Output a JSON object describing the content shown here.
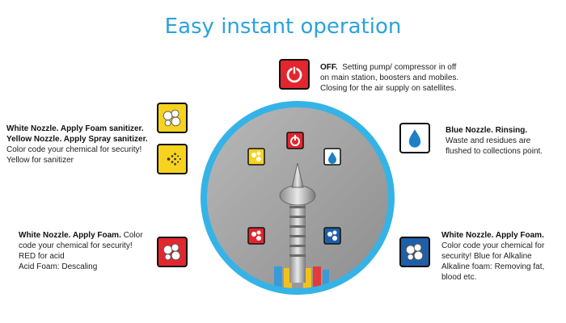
{
  "title": "Easy instant operation",
  "off": {
    "head": "OFF.",
    "lines": [
      "Setting pump/ compressor in off",
      "on main station, boosters and mobiles.",
      "Closing for the air supply on satellites."
    ]
  },
  "foam_spray": {
    "line1_bold": "White Nozzle.   Apply Foam sanitizer.",
    "line2_bold": "Yellow Nozzle.  Apply Spray sanitizer.",
    "line3": "Color code your chemical for security!",
    "line4": "Yellow for sanitizer"
  },
  "rinse": {
    "head": "Blue Nozzle.  Rinsing.",
    "lines": [
      "Waste and residues are",
      "flushed to collections point."
    ]
  },
  "acid": {
    "head": "White Nozzle. Apply Foam.",
    "head_rest": " Color",
    "lines": [
      "code your chemical for security!",
      "RED for acid",
      "Acid Foam: Descaling"
    ]
  },
  "alkaline": {
    "head": "White Nozzle. Apply Foam.",
    "lines": [
      "Color code your chemical for",
      "security! Blue for Alkaline",
      "Alkaline foam: Removing fat,",
      "blood etc."
    ]
  },
  "colors": {
    "title_blue": "#2aa3dc",
    "red": "#e3262e",
    "yellow": "#f7d21e",
    "blue": "#1f5fa8",
    "dial_ring": "#35b3e6",
    "dial_face": "#a4a4a4"
  },
  "icons": [
    "power-icon",
    "foam-bubbles-icon",
    "spray-icon",
    "water-drop-icon"
  ]
}
